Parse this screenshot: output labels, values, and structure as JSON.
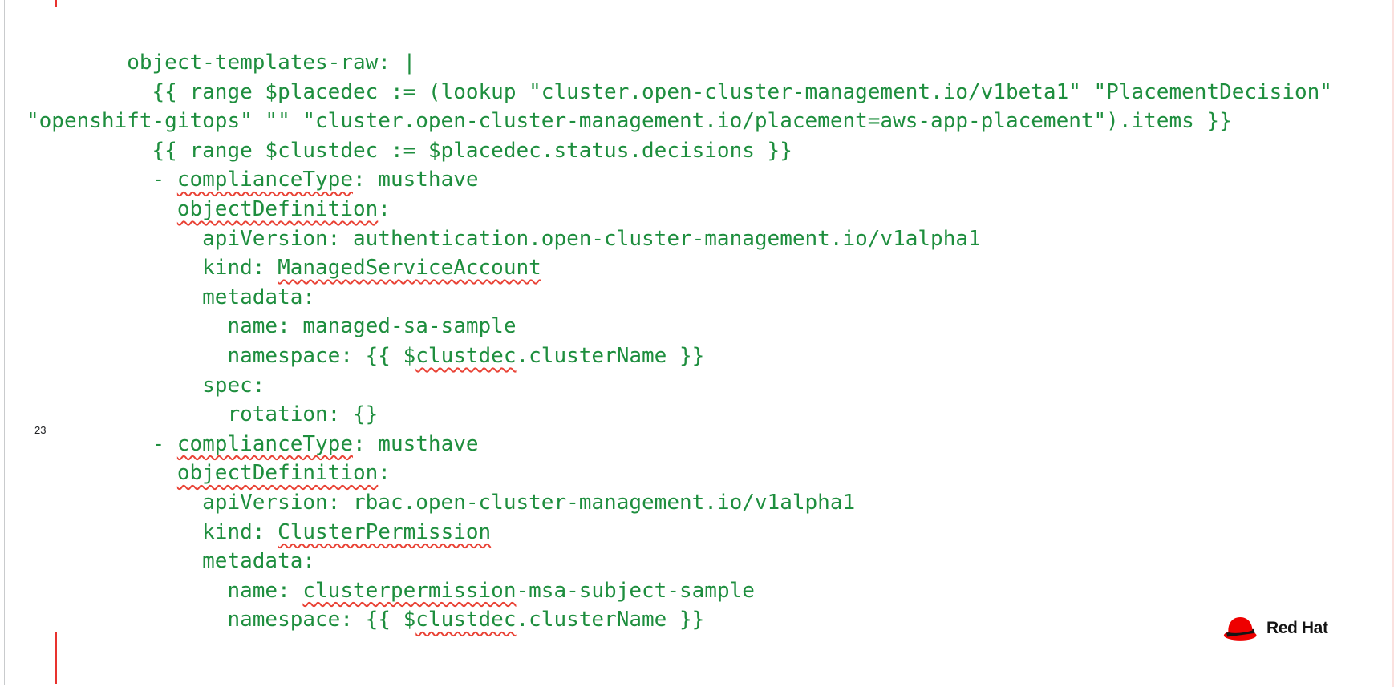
{
  "page": {
    "number": "23"
  },
  "colors": {
    "code_green": "#1e8e3e",
    "squiggle_red": "#e94235",
    "line_red": "#e8322e",
    "border_gray": "#c9cbcd",
    "page_number": "#202124",
    "redhat_red": "#ee0000",
    "redhat_text": "#151515"
  },
  "logo": {
    "brand": "Red Hat"
  },
  "code_block": {
    "lines": [
      {
        "segments": [
          {
            "t": "        object-templates-raw: |"
          }
        ]
      },
      {
        "segments": [
          {
            "t": "          {{ range $placedec := (lookup \"cluster.open-cluster-management.io/v1beta1\" \"PlacementDecision\""
          }
        ]
      },
      {
        "segments": [
          {
            "t": "\"openshift-gitops\" \"\" \"cluster.open-cluster-management.io/placement=aws-app-placement\").items }}"
          }
        ]
      },
      {
        "segments": [
          {
            "t": "          {{ range $clustdec := $placedec.status.decisions }}"
          }
        ]
      },
      {
        "segments": [
          {
            "t": "          - "
          },
          {
            "t": "complianceType",
            "sq": true
          },
          {
            "t": ": musthave"
          }
        ]
      },
      {
        "segments": [
          {
            "t": "            "
          },
          {
            "t": "objectDefinition",
            "sq": true
          },
          {
            "t": ":"
          }
        ]
      },
      {
        "segments": [
          {
            "t": "              apiVersion: authentication.open-cluster-management.io/v1alpha1"
          }
        ]
      },
      {
        "segments": [
          {
            "t": "              kind: "
          },
          {
            "t": "ManagedServiceAccount",
            "sq": true
          }
        ]
      },
      {
        "segments": [
          {
            "t": "              metadata:"
          }
        ]
      },
      {
        "segments": [
          {
            "t": "                name: managed-sa-sample"
          }
        ]
      },
      {
        "segments": [
          {
            "t": "                namespace: {{ $"
          },
          {
            "t": "clustdec",
            "sq": true
          },
          {
            "t": ".clusterName }}"
          }
        ]
      },
      {
        "segments": [
          {
            "t": "              spec:"
          }
        ]
      },
      {
        "segments": [
          {
            "t": "                rotation: {}"
          }
        ]
      },
      {
        "segments": [
          {
            "t": "          - "
          },
          {
            "t": "complianceType",
            "sq": true
          },
          {
            "t": ": musthave"
          }
        ]
      },
      {
        "segments": [
          {
            "t": "            "
          },
          {
            "t": "objectDefinition",
            "sq": true
          },
          {
            "t": ":"
          }
        ]
      },
      {
        "segments": [
          {
            "t": "              apiVersion: rbac.open-cluster-management.io/v1alpha1"
          }
        ]
      },
      {
        "segments": [
          {
            "t": "              kind: "
          },
          {
            "t": "ClusterPermission",
            "sq": true
          }
        ]
      },
      {
        "segments": [
          {
            "t": "              metadata:"
          }
        ]
      },
      {
        "segments": [
          {
            "t": "                name: "
          },
          {
            "t": "clusterpermission",
            "sq": true
          },
          {
            "t": "-msa-subject-sample"
          }
        ]
      },
      {
        "segments": [
          {
            "t": "                namespace: {{ $"
          },
          {
            "t": "clustdec",
            "sq": true
          },
          {
            "t": ".clusterName }}"
          }
        ]
      }
    ]
  }
}
